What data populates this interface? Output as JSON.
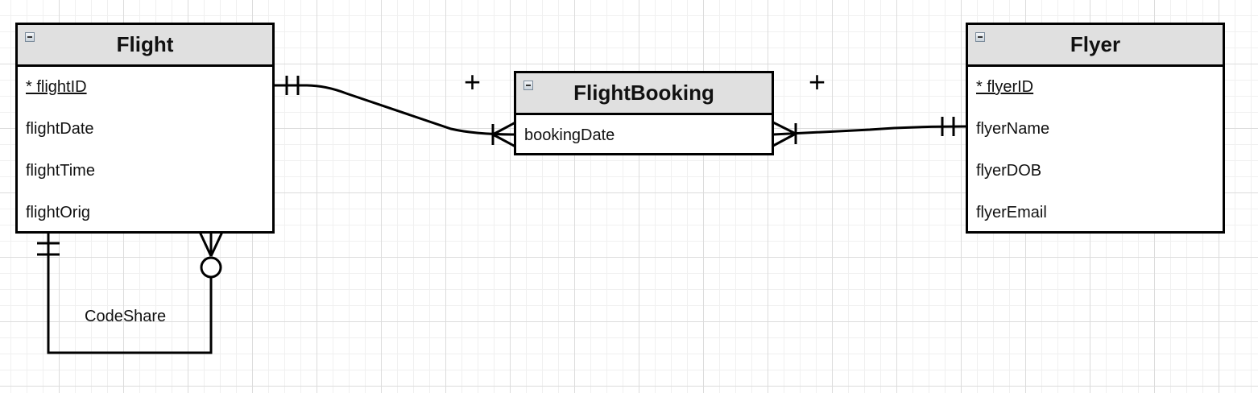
{
  "entities": {
    "flight": {
      "title": "Flight",
      "attributes": [
        "* flightID",
        "flightDate",
        "flightTime",
        "flightOrig"
      ]
    },
    "flight_booking": {
      "title": "FlightBooking",
      "attributes": [
        "bookingDate"
      ]
    },
    "flyer": {
      "title": "Flyer",
      "attributes": [
        "* flyerID",
        "flyerName",
        "flyerDOB",
        "flyerEmail"
      ]
    }
  },
  "relationships": {
    "code_share": {
      "label": "CodeShare"
    }
  },
  "markers": {
    "plus": "+"
  },
  "colors": {
    "line": "#000000",
    "header": "#e0e0e0",
    "grid": "#dcdcdc"
  },
  "icons": {
    "collapse": "collapse-icon"
  }
}
